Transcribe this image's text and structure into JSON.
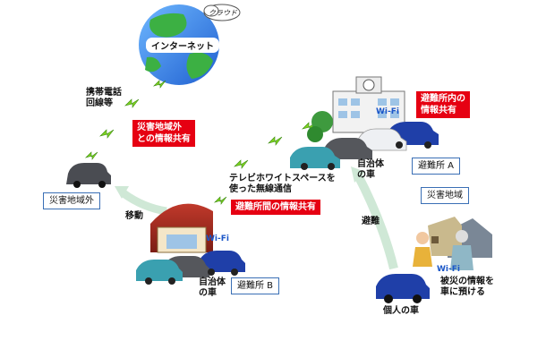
{
  "labels": {
    "internet": "インターネット",
    "cloud": "クラウド",
    "mobile_line": "携帯電話\n回線等",
    "outside_share": "災害地域外\nとの情報共有",
    "outside_area": "災害地域外",
    "move": "移動",
    "white_space": "テレビホワイトスペースを\n使った無線通信",
    "shelter_share": "避難所間の情報共有",
    "shelter_inside_share": "避難所内の\n情報共有",
    "wifi": "Wi-Fi",
    "municipal_car_a": "自治体\nの車",
    "shelter_a": "避難所 A",
    "municipal_car_b": "自治体\nの車",
    "shelter_b": "避難所 B",
    "disaster_area": "災害地域",
    "evacuate": "避難",
    "entrust_info": "被災の情報を\n車に預ける",
    "private_car": "個人の車"
  },
  "colors": {
    "red_label": "#e60012",
    "box_border": "#3a6fb5",
    "lightning": "#7ed321",
    "car_blue": "#1f3fa8",
    "car_teal": "#3aa0b0",
    "car_silver": "#b8bec6"
  }
}
